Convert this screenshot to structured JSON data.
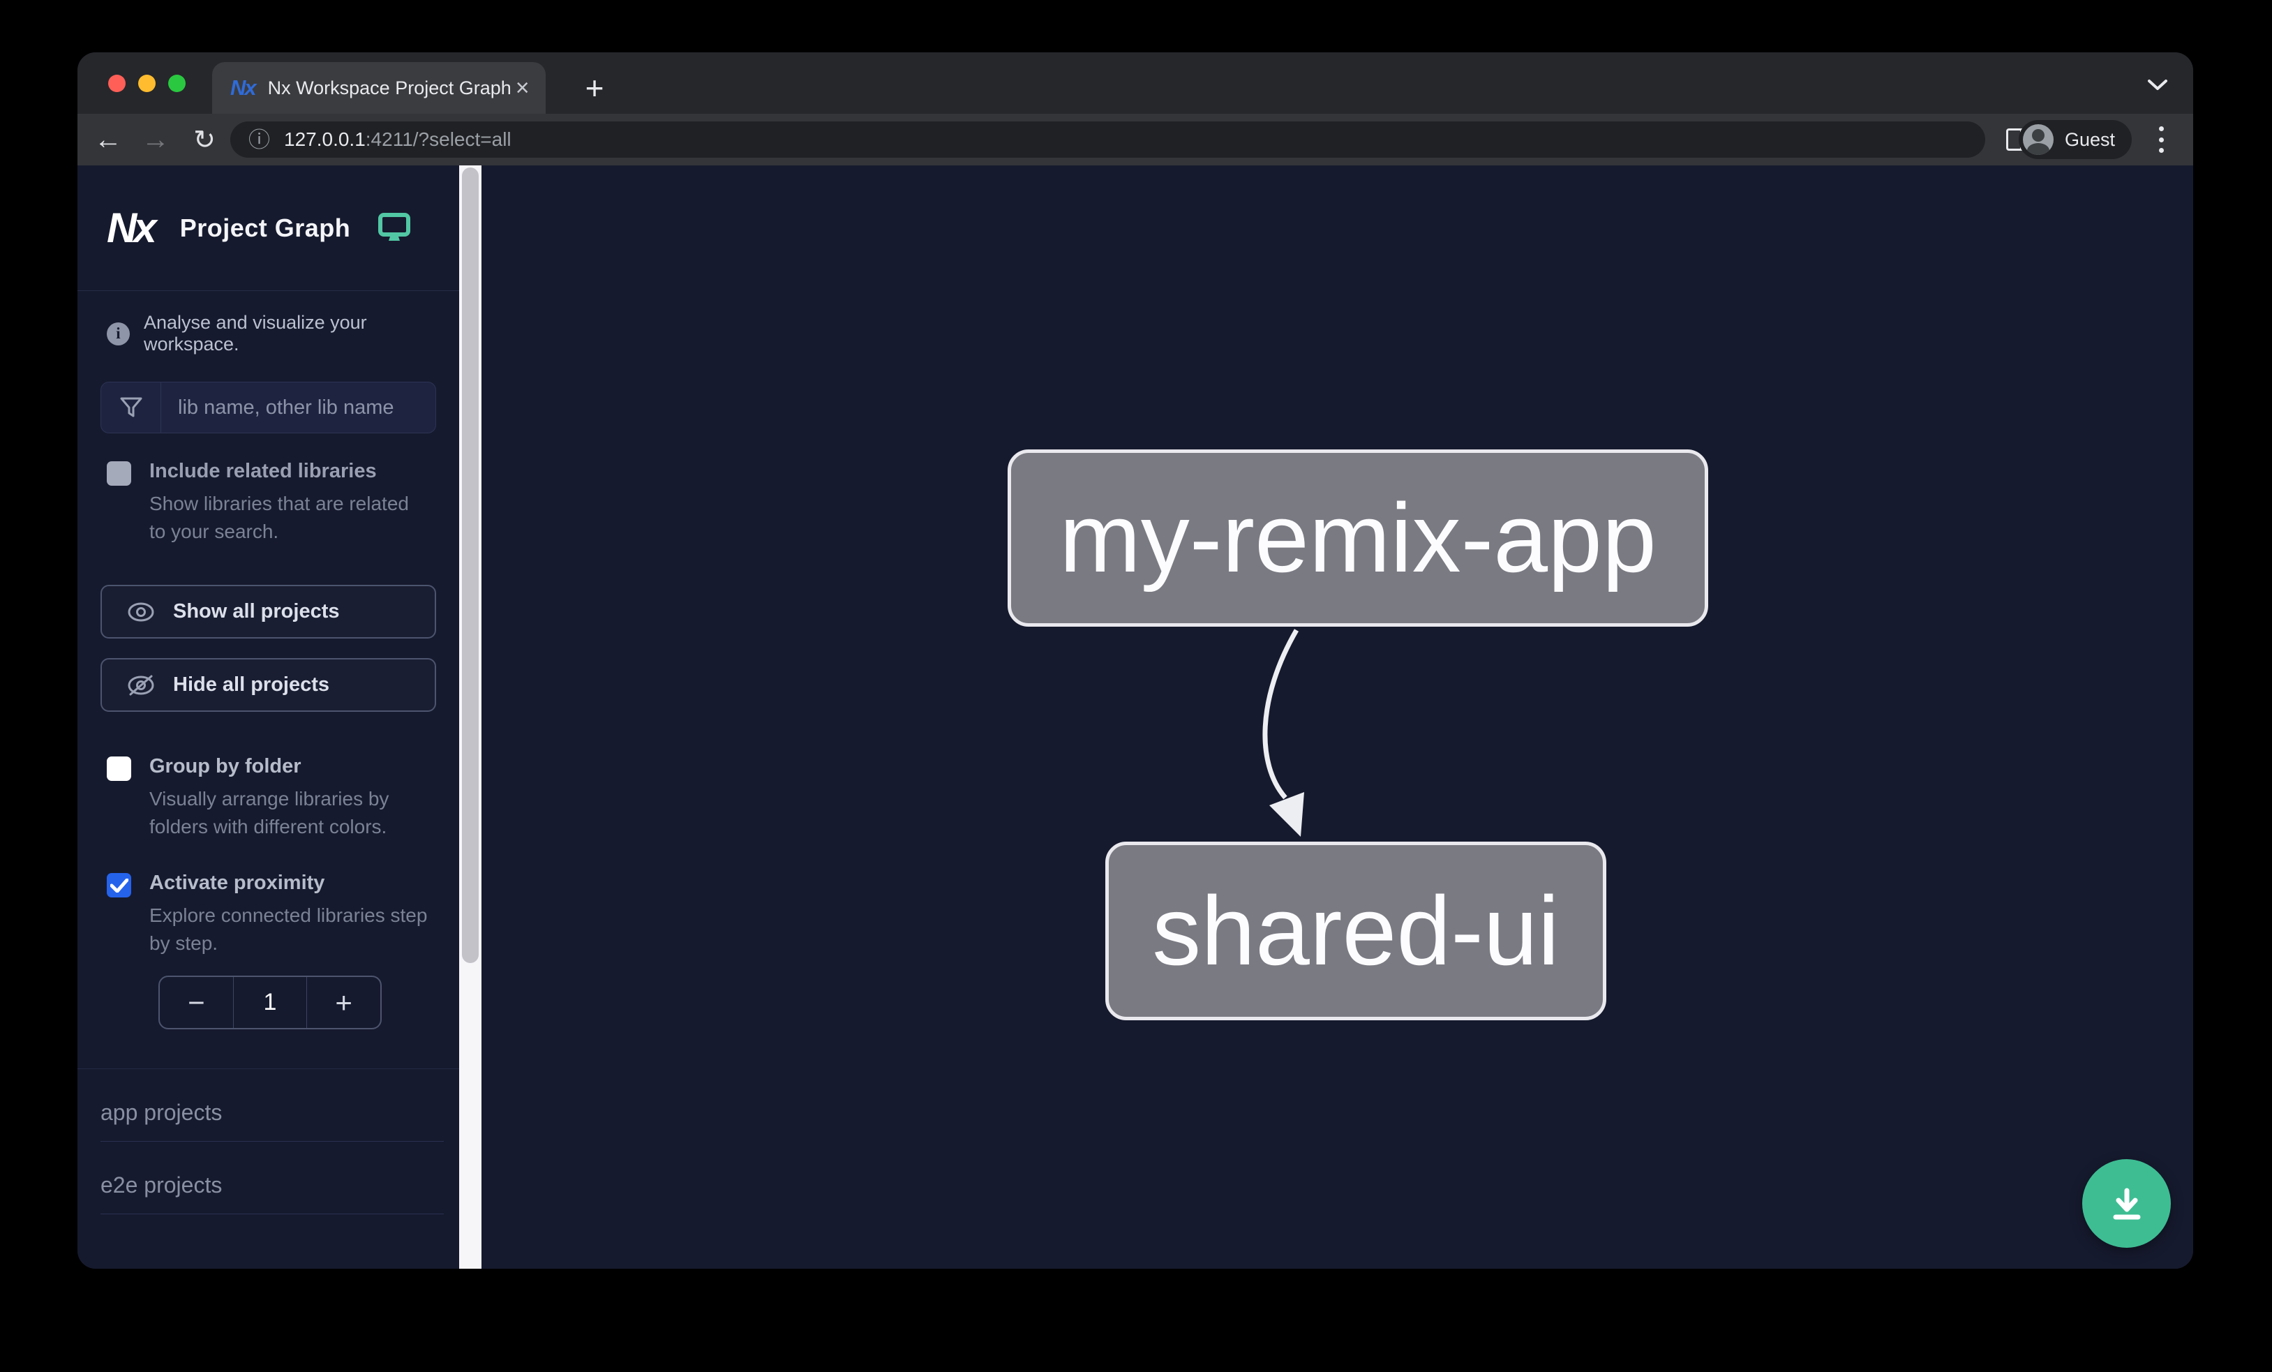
{
  "browser": {
    "tab": {
      "title": "Nx Workspace Project Graph",
      "favicon_text": "Nx",
      "close_label": "×",
      "new_tab_label": "+"
    },
    "address": {
      "host": "127.0.0.1",
      "rest": ":4211/?select=all"
    },
    "profile_label": "Guest"
  },
  "sidebar": {
    "logo_text": "Nx",
    "app_title": "Project Graph",
    "tagline": "Analyse and visualize your workspace.",
    "filter": {
      "placeholder": "lib name, other lib name"
    },
    "toggles": {
      "related": {
        "label": "Include related libraries",
        "description": "Show libraries that are related to your search.",
        "checked": false
      },
      "group": {
        "label": "Group by folder",
        "description": "Visually arrange libraries by folders with different colors.",
        "checked": false
      },
      "proximity": {
        "label": "Activate proximity",
        "description": "Explore connected libraries step by step.",
        "checked": true
      }
    },
    "buttons": {
      "show_all": "Show all projects",
      "hide_all": "Hide all projects"
    },
    "stepper": {
      "decrement": "−",
      "value": "1",
      "increment": "+"
    },
    "sections": [
      {
        "label": "app projects"
      },
      {
        "label": "e2e projects"
      }
    ]
  },
  "graph": {
    "nodes": [
      {
        "id": "my-remix-app"
      },
      {
        "id": "shared-ui"
      }
    ],
    "edges": [
      {
        "source": "my-remix-app",
        "target": "shared-ui"
      }
    ]
  },
  "icons": {
    "tab_favicon": "nx-logo",
    "address_info": "info-circle",
    "theme": "monitor",
    "filter": "funnel",
    "show_all": "eye",
    "hide_all": "eye-slash",
    "fab": "download"
  },
  "colors": {
    "accent_green": "#3ebd93",
    "checkbox_blue": "#2563eb",
    "node_fill": "#7a7a83",
    "node_border": "#e9e9ee",
    "canvas_bg": "#161a2e"
  }
}
